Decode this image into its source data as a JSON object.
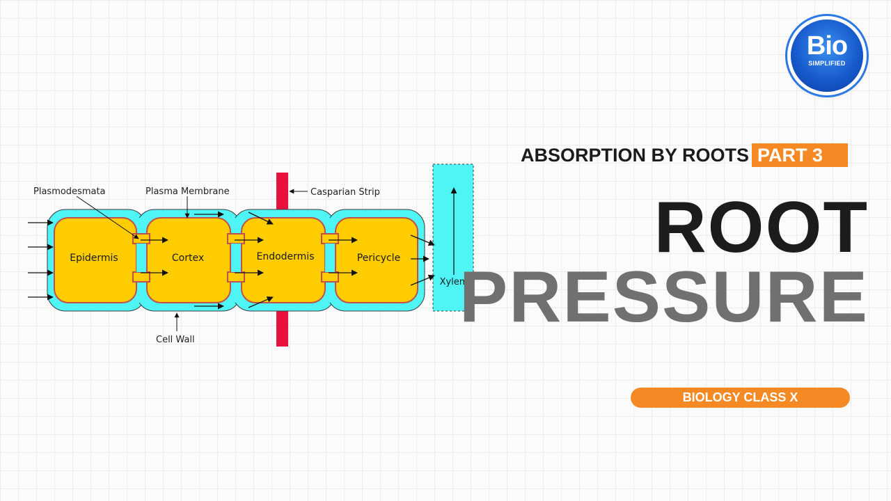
{
  "logo": {
    "main": "Bio",
    "sub": "SIMPLIFIED"
  },
  "header": {
    "subtitle": "ABSORPTION BY ROOTS",
    "part_tag": "PART 3",
    "title_line1": "ROOT",
    "title_line2": "PRESSURE"
  },
  "badge": {
    "label": "BIOLOGY CLASS X"
  },
  "diagram": {
    "cells": {
      "epidermis": "Epidermis",
      "cortex": "Cortex",
      "endodermis": "Endodermis",
      "pericycle": "Pericycle",
      "xylem": "Xylem"
    },
    "annotations": {
      "plasmodesmata": "Plasmodesmata",
      "plasma_membrane": "Plasma Membrane",
      "casparian_strip": "Casparian Strip",
      "cell_wall": "Cell Wall"
    }
  },
  "colors": {
    "cell_fill": "#ffcc00",
    "cell_wall": "#4ff5f5",
    "membrane": "#c0504d",
    "casparian_strip": "#e8103d",
    "accent_orange": "#f58a25"
  }
}
